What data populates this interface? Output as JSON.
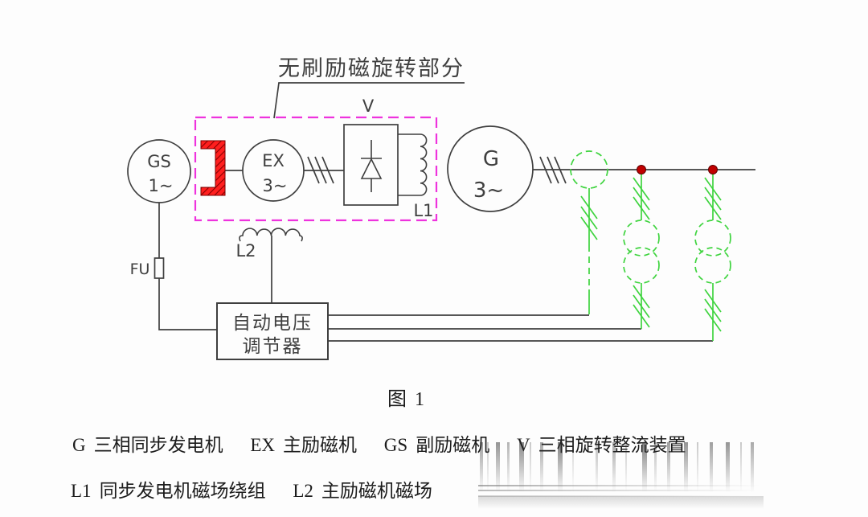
{
  "figure": {
    "title": "无刷励磁旋转部分",
    "caption": "图 1"
  },
  "labels": {
    "gs": "GS",
    "gs_phase": "1~",
    "ex": "EX",
    "ex_phase": "3~",
    "g": "G",
    "g_phase": "3~",
    "rectifier": "V",
    "l1": "L1",
    "l2": "L2",
    "fuse": "FU",
    "avr_line1": "自动电压",
    "avr_line2": "调节器"
  },
  "legend": {
    "items": [
      {
        "symbol": "G",
        "desc": "三相同步发电机"
      },
      {
        "symbol": "EX",
        "desc": "主励磁机"
      },
      {
        "symbol": "GS",
        "desc": "副励磁机"
      },
      {
        "symbol": "V",
        "desc": "三相旋转整流装置"
      },
      {
        "symbol": "L1",
        "desc": "同步发电机磁场绕组"
      },
      {
        "symbol": "L2",
        "desc": "主励磁机磁场"
      }
    ]
  },
  "colors": {
    "line": "#3f3f3f",
    "rotating_boundary_magenta": "#ee33dd",
    "instrument_green": "#3fd43f",
    "magnet_red": "#ff1f1f",
    "magnet_hatch": "#8a0000",
    "junction_red": "#c00000"
  }
}
